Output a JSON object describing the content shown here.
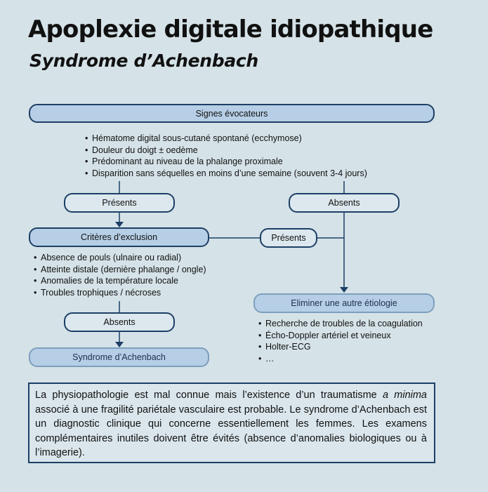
{
  "title": "Apoplexie digitale idiopathique",
  "subtitle": "Syndrome d’Achenbach",
  "diagram": {
    "signes": {
      "label": "Signes évocateurs",
      "items": [
        "Hématome digital sous-cutané spontané (ecchymose)",
        "Douleur du doigt ± oedème",
        "Prédominant au niveau de la phalange proximale",
        "Disparition sans séquelles en moins d’une semaine (souvent 3-4 jours)"
      ]
    },
    "presents_left": "Présents",
    "absents_right": "Absents",
    "criteres": {
      "label": "Critères d’exclusion",
      "items": [
        "Absence de pouls (ulnaire ou radial)",
        "Atteinte distale (dernière phalange / ongle)",
        "Anomalies de la température locale",
        "Troubles trophiques / nécroses"
      ]
    },
    "presents_middle": "Présents",
    "absents_left": "Absents",
    "syndrome": "Syndrome d’Achenbach",
    "eliminer": {
      "label": "Eliminer une autre étiologie",
      "items": [
        "Recherche de troubles de la coagulation",
        "Écho-Doppler artériel et veineux",
        "Holter-ECG",
        "…"
      ]
    }
  },
  "note": {
    "part1": "La physiopathologie est mal connue mais l’existence d’un traumatisme ",
    "emphasis": "a minima",
    "part2": " associé à une fragilité pariétale vasculaire est probable. Le syndrome d’Achenbach est un diagnostic clinique qui concerne essentiellement les femmes. Les examens complémentaires inutiles doivent être évités (absence d’anomalies biologiques ou à l’imagerie)."
  }
}
